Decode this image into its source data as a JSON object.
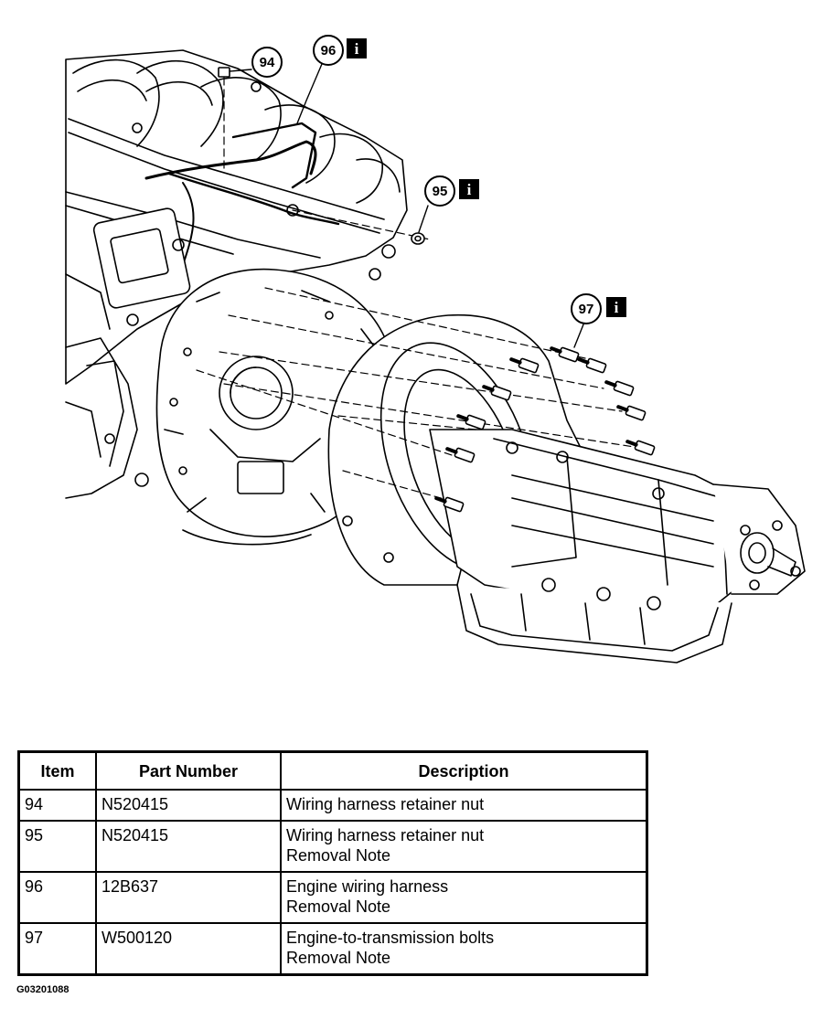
{
  "figure": {
    "code": "G03201088",
    "callouts": [
      {
        "id": "94",
        "info": false
      },
      {
        "id": "96",
        "info": true
      },
      {
        "id": "95",
        "info": true
      },
      {
        "id": "97",
        "info": true
      }
    ],
    "info_glyph": "i",
    "info_icon": "info-square-icon"
  },
  "table": {
    "headers": {
      "item": "Item",
      "part_number": "Part Number",
      "description": "Description"
    },
    "rows": [
      {
        "item": "94",
        "part_number": "N520415",
        "description": "Wiring harness retainer nut",
        "note": ""
      },
      {
        "item": "95",
        "part_number": "N520415",
        "description": "Wiring harness retainer nut",
        "note": "Removal Note"
      },
      {
        "item": "96",
        "part_number": "12B637",
        "description": "Engine wiring harness",
        "note": "Removal Note"
      },
      {
        "item": "97",
        "part_number": "W500120",
        "description": "Engine-to-transmission bolts",
        "note": "Removal Note"
      }
    ]
  },
  "colors": {
    "ink": "#000000",
    "paper": "#ffffff"
  }
}
